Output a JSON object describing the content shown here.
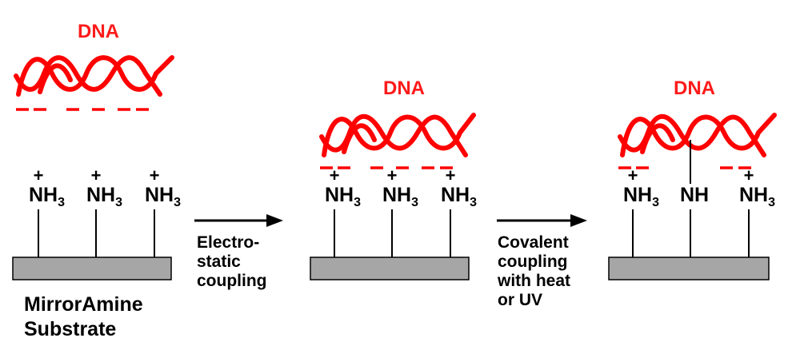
{
  "labels": {
    "dna": "DNA",
    "amine_base": "NH",
    "amine_subscript": "3",
    "charge_plus": "+",
    "covalent_link": "NH"
  },
  "panel1": {
    "substrate_label_line1": "MirrorAmine",
    "substrate_label_line2": "Substrate"
  },
  "step1": {
    "caption_lines": [
      "Electro-",
      "static",
      "coupling"
    ]
  },
  "step2": {
    "caption_lines": [
      "Covalent",
      "coupling",
      "with heat",
      "or UV"
    ]
  },
  "colors": {
    "dna": "#ff0000",
    "substrate": "#a6a6a6",
    "line": "#000000"
  }
}
